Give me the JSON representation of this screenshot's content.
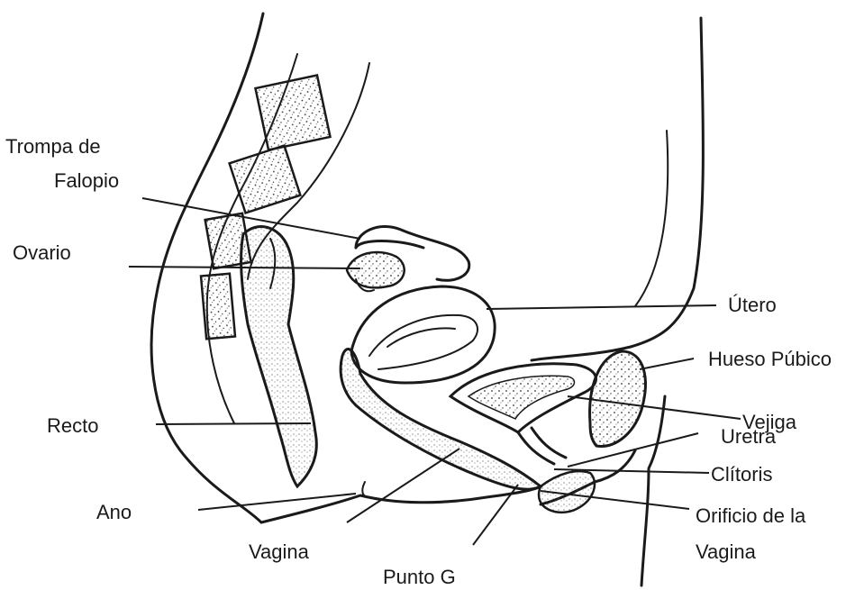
{
  "labels": {
    "trompa_1": "Trompa de",
    "trompa_2": "Falopio",
    "ovario": "Ovario",
    "utero": "Útero",
    "hueso_pubico": "Hueso Púbico",
    "vejiga": "Vejiga",
    "uretra": "Uretra",
    "clitoris": "Clítoris",
    "orificio_1": "Orificio de la",
    "orificio_2": "Vagina",
    "recto": "Recto",
    "ano": "Ano",
    "vagina": "Vagina",
    "punto_g": "Punto G"
  }
}
